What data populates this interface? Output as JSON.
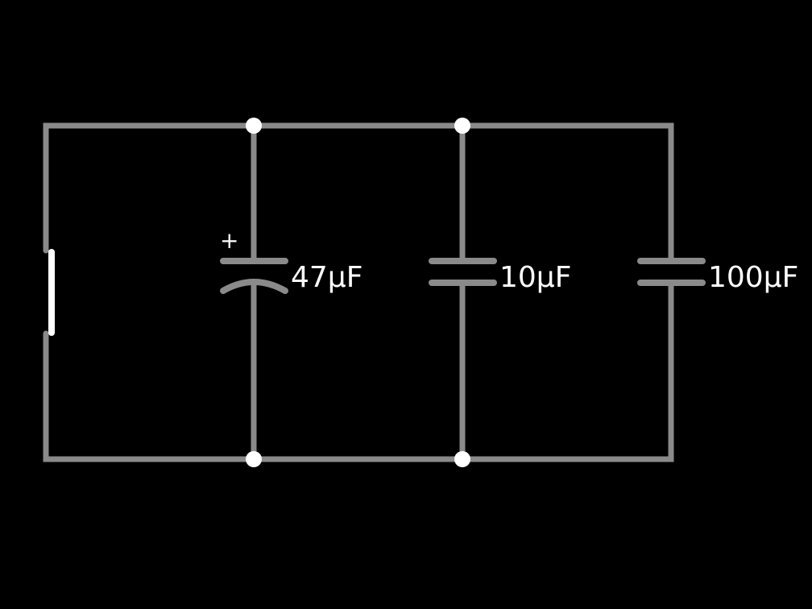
{
  "colors": {
    "background": "#000000",
    "wire": "#8a8a8a",
    "node": "#ffffff",
    "switch_blade": "#ffffff",
    "text": "#ffffff"
  },
  "capacitors": [
    {
      "label": "47µF",
      "polarized": true,
      "polarity_mark": "+"
    },
    {
      "label": "10µF",
      "polarized": false
    },
    {
      "label": "100µF",
      "polarized": false
    }
  ],
  "switch": {
    "state": "closed"
  }
}
